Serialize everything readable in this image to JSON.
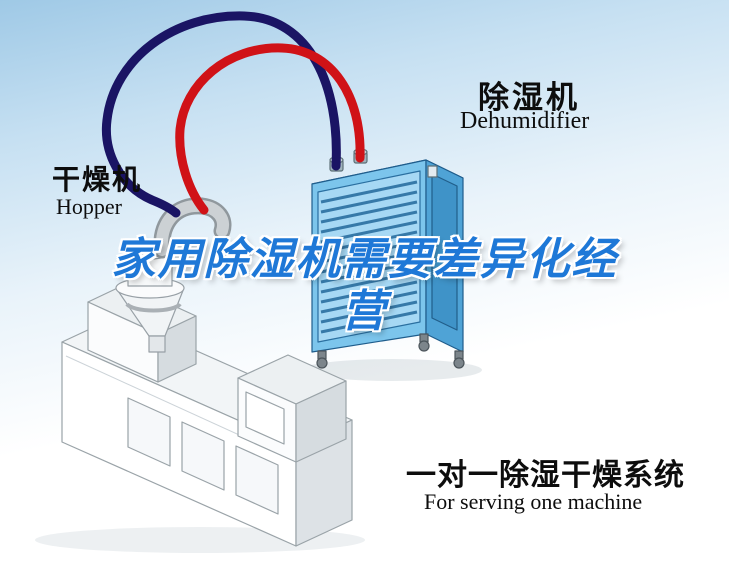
{
  "title": {
    "line1": "家用除湿机需要差异化经",
    "line2": "营",
    "color": "#1e78d7"
  },
  "machine_label": {
    "cn": "干燥机",
    "en": "Hopper"
  },
  "dehumidifier_label": {
    "cn": "除湿机",
    "en": "Dehumidifier"
  },
  "system_label": {
    "cn": "一对一除湿干燥系统",
    "en": "For serving one machine"
  },
  "colors": {
    "background_blue": "#9fc9e6",
    "title_blue": "#1e78d7",
    "dehumidifier_blue": "#7cc5ec",
    "hose_red": "#d01217",
    "hose_navy": "#1a1464"
  }
}
